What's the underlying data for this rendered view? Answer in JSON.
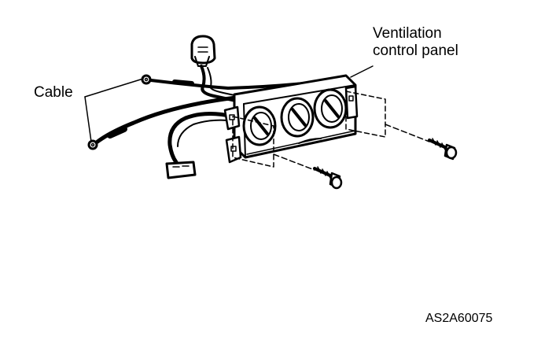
{
  "labels": {
    "cable": "Cable",
    "panel_line1": "Ventilation",
    "panel_line2": "control panel",
    "figure_code": "AS2A60075"
  },
  "colors": {
    "ink": "#000000",
    "paper": "#ffffff"
  }
}
